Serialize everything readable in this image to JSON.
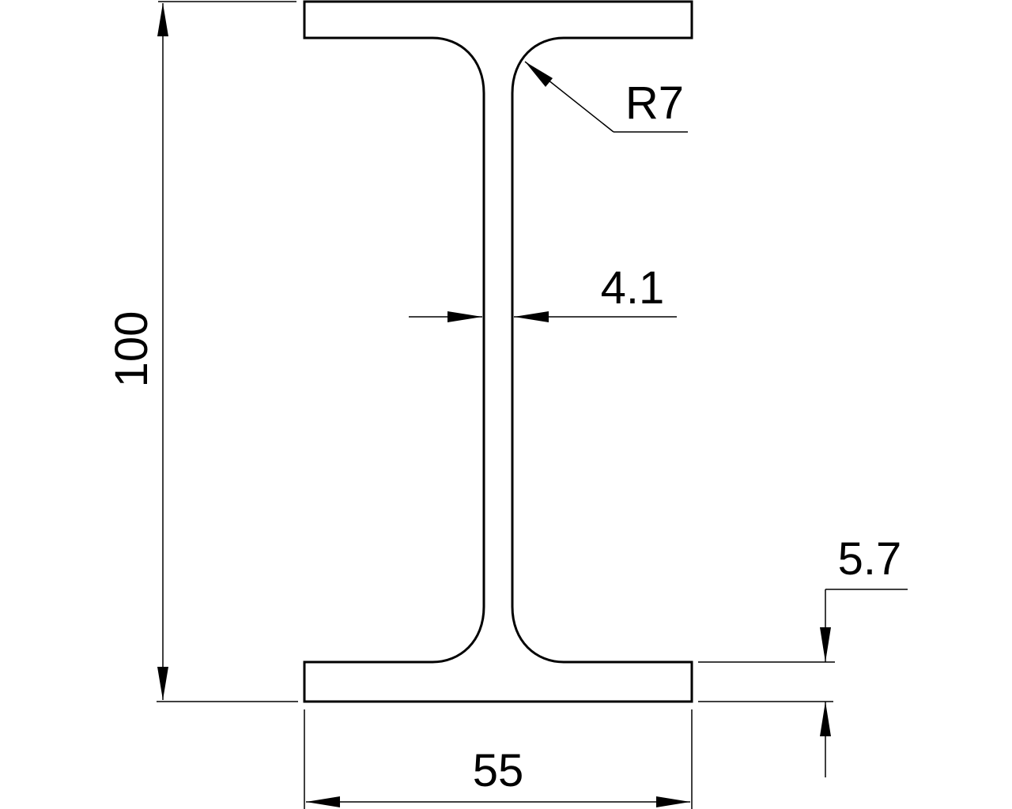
{
  "drawing": {
    "dimensions": {
      "height_label": "100",
      "width_label": "55",
      "web_thickness_label": "4.1",
      "flange_thickness_label": "5.7",
      "fillet_radius_label": "R7"
    }
  }
}
